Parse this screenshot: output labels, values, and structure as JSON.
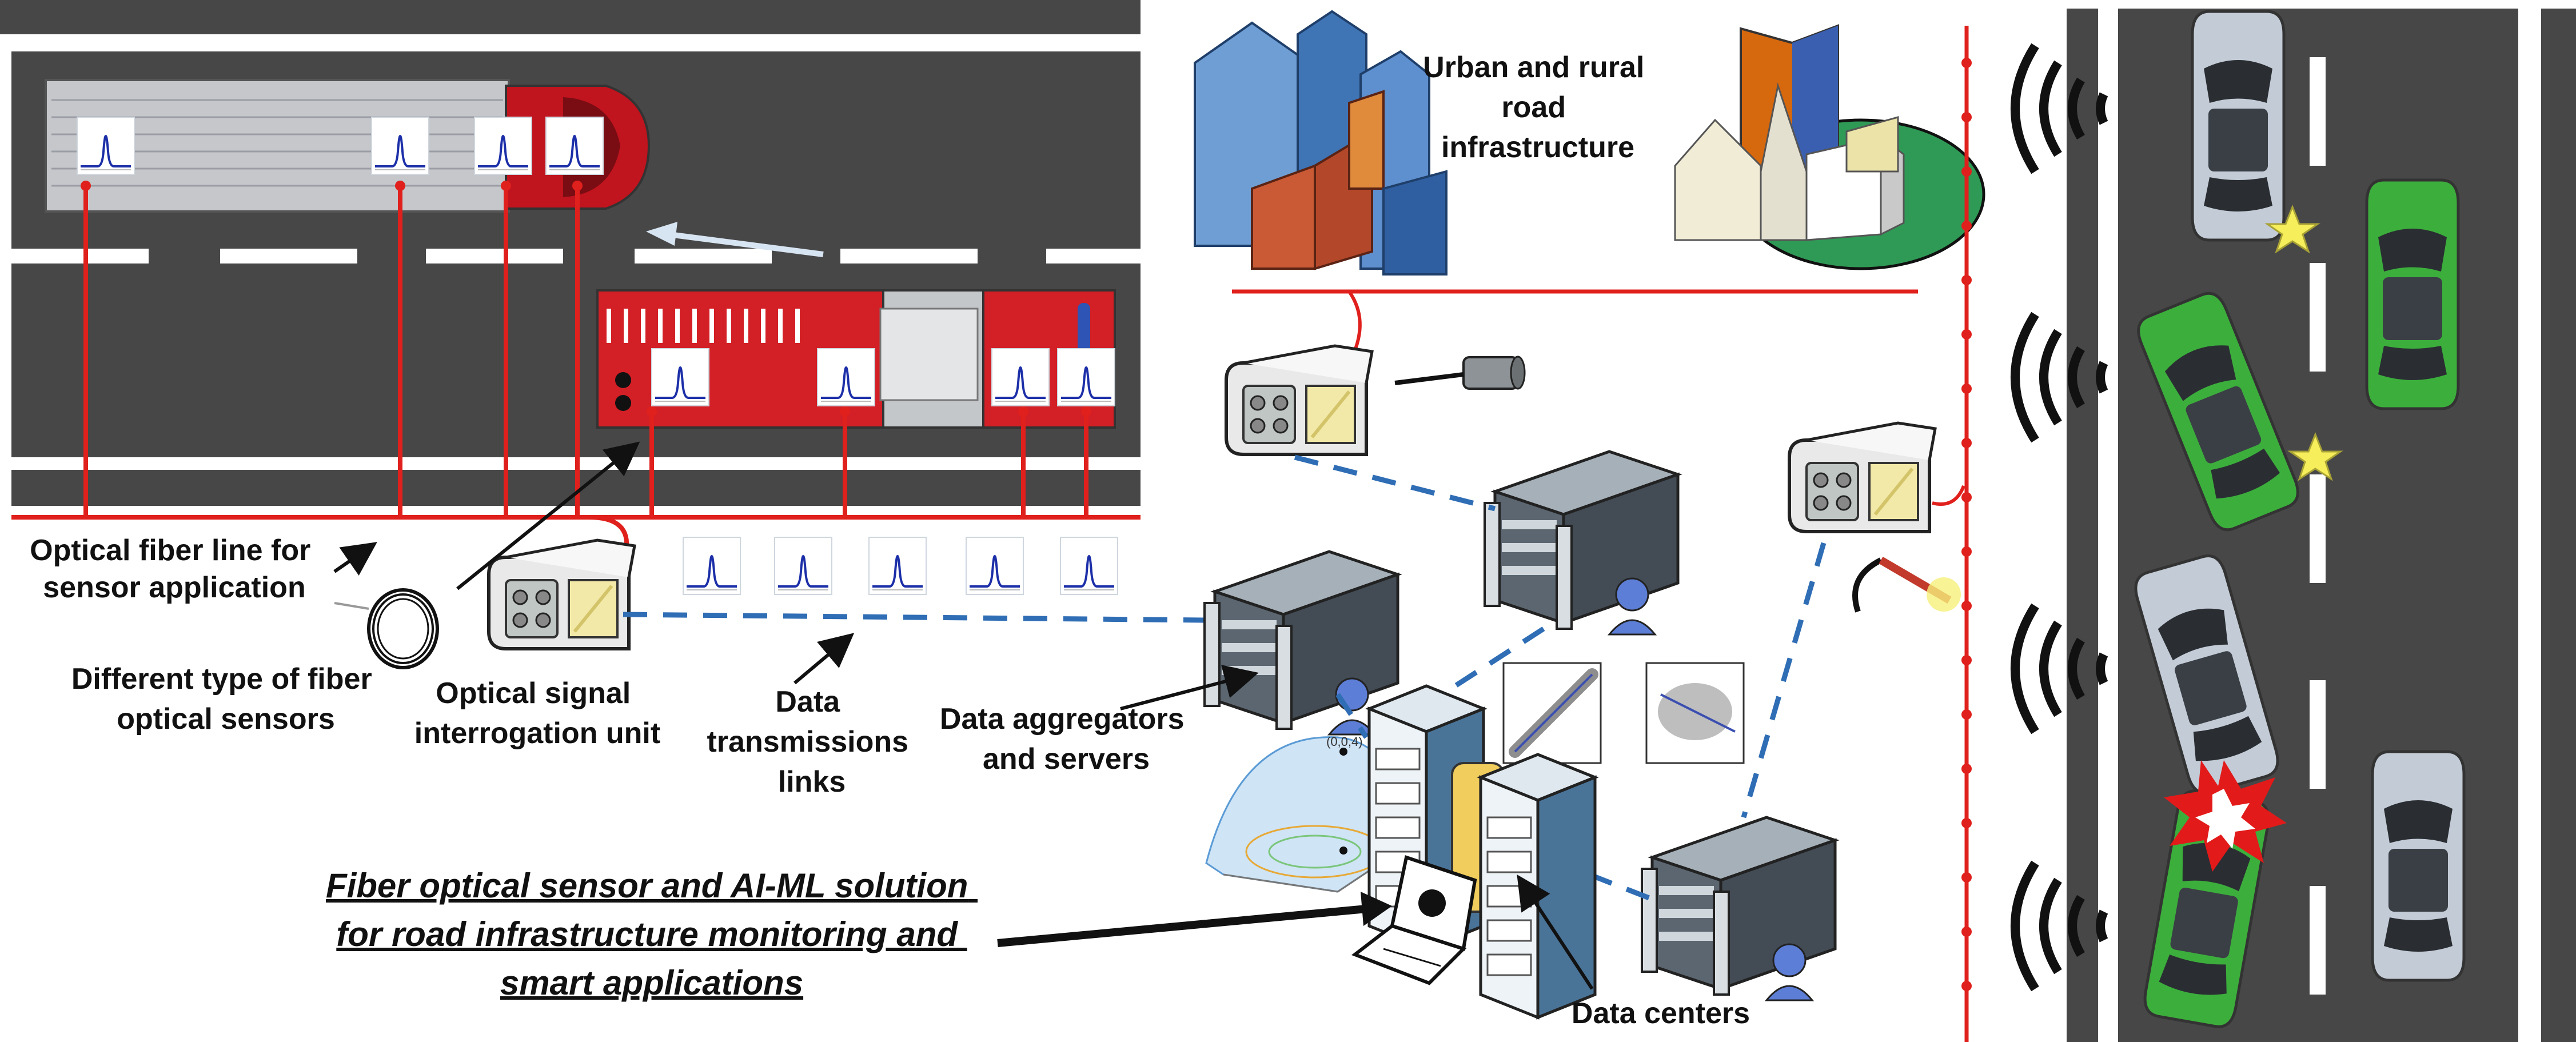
{
  "labels": {
    "fiber_line": [
      "Optical fiber line for",
      "sensor application"
    ],
    "sensors": [
      "Different type of fiber",
      "optical sensors"
    ],
    "interrogation": [
      "Optical signal",
      "interrogation unit"
    ],
    "links": [
      "Data",
      "transmissions",
      "links"
    ],
    "aggregators": [
      "Data aggregators",
      "and servers"
    ],
    "infrastructure": [
      "Urban and rural",
      "road",
      "infrastructure"
    ],
    "data_centers": "Data centers",
    "title": [
      "Fiber optical sensor and AI-ML solution",
      "for road infrastructure monitoring and",
      "smart applications"
    ],
    "plot_point": "(0,0,4)"
  },
  "colors": {
    "road": "#474747",
    "fiber": "#e0201c",
    "link": "#2f6db5",
    "truck": "#c0141e",
    "car_green": "#3cae3c",
    "car_silver": "#c3cbd6",
    "server": "#4a5660",
    "star": "#f6ee5a"
  },
  "icons": [
    "bragg-peak-icon",
    "interrogator-icon",
    "server-icon",
    "user-icon",
    "laptop-icon",
    "wireless-signal-icon",
    "collision-icon",
    "star-icon"
  ]
}
